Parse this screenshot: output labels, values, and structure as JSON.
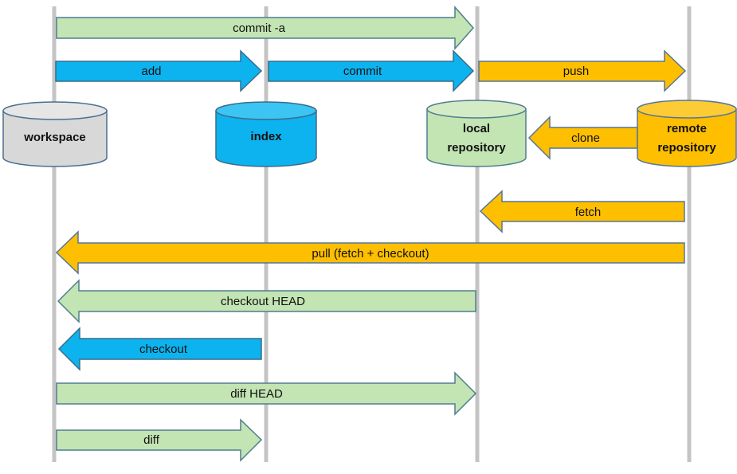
{
  "colors": {
    "lifeline": "#c4c4c4",
    "green_fill": "#c3e4b3",
    "green_stroke": "#4f7e8f",
    "blue_fill": "#0db3ee",
    "blue_stroke": "#3a6c8c",
    "orange_fill": "#fdbf00",
    "orange_stroke": "#56759b",
    "gray_fill": "#d8d8d8",
    "gray_stroke": "#4a6f8f"
  },
  "stores": {
    "workspace": {
      "lines": [
        "workspace"
      ],
      "color": "gray"
    },
    "index": {
      "lines": [
        "index"
      ],
      "color": "blue"
    },
    "local": {
      "lines": [
        "local",
        "repository"
      ],
      "color": "green"
    },
    "remote": {
      "lines": [
        "remote",
        "repository"
      ],
      "color": "orange"
    }
  },
  "commands": {
    "commit_a": {
      "label": "commit -a",
      "color": "green",
      "direction": "right",
      "from": "workspace",
      "to": "local"
    },
    "add": {
      "label": "add",
      "color": "blue",
      "direction": "right",
      "from": "workspace",
      "to": "index"
    },
    "commit": {
      "label": "commit",
      "color": "blue",
      "direction": "right",
      "from": "index",
      "to": "local"
    },
    "push": {
      "label": "push",
      "color": "orange",
      "direction": "right",
      "from": "local",
      "to": "remote"
    },
    "clone": {
      "label": "clone",
      "color": "orange",
      "direction": "left",
      "from": "remote",
      "to": "local"
    },
    "fetch": {
      "label": "fetch",
      "color": "orange",
      "direction": "left",
      "from": "remote",
      "to": "local"
    },
    "pull": {
      "label": "pull (fetch + checkout)",
      "color": "orange",
      "direction": "left",
      "from": "remote",
      "to": "workspace"
    },
    "checkout_head": {
      "label": "checkout HEAD",
      "color": "green",
      "direction": "left",
      "from": "local",
      "to": "workspace"
    },
    "checkout": {
      "label": "checkout",
      "color": "blue",
      "direction": "left",
      "from": "index",
      "to": "workspace"
    },
    "diff_head": {
      "label": "diff HEAD",
      "color": "green",
      "direction": "right",
      "from": "workspace",
      "to": "local"
    },
    "diff": {
      "label": "diff",
      "color": "green",
      "direction": "right",
      "from": "workspace",
      "to": "index"
    }
  }
}
